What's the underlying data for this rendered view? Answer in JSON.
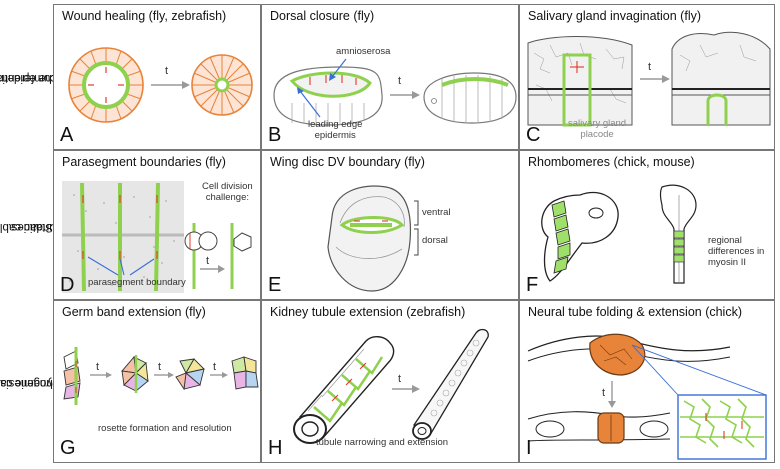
{
  "rows": [
    {
      "label_line1": "Circumferential cables",
      "label_line2": "closing the epidermis"
    },
    {
      "label_line1": "Static cables at",
      "label_line2": "boundaries"
    },
    {
      "label_line1": "Dynamic cables in",
      "label_line2": "morphogenesis"
    }
  ],
  "panels": {
    "A": {
      "title": "Wound healing (fly, zebrafish)",
      "letter": "A",
      "time": "t"
    },
    "B": {
      "title": "Dorsal closure (fly)",
      "letter": "B",
      "time": "t",
      "label_amnioserosa": "amnioserosa",
      "label_leading_1": "leading edge",
      "label_leading_2": "epidermis"
    },
    "C": {
      "title": "Salivary gland invagination (fly)",
      "letter": "C",
      "time": "t",
      "label_placode_1": "salivary gland",
      "label_placode_2": "placode"
    },
    "D": {
      "title": "Parasegment boundaries (fly)",
      "letter": "D",
      "time": "t",
      "label_challenge_1": "Cell division",
      "label_challenge_2": "challenge:",
      "label_boundary": "parasegment boundary"
    },
    "E": {
      "title": "Wing disc DV boundary (fly)",
      "letter": "E",
      "label_ventral": "ventral",
      "label_dorsal": "dorsal"
    },
    "F": {
      "title": "Rhombomeres (chick, mouse)",
      "letter": "F",
      "label_regional_1": "regional",
      "label_regional_2": "differences in",
      "label_regional_3": "myosin II"
    },
    "G": {
      "title": "Germ band extension (fly)",
      "letter": "G",
      "time_1": "t",
      "time_2": "t",
      "time_3": "t",
      "caption": "rosette formation and resolution"
    },
    "H": {
      "title": "Kidney tubule extension (zebrafish)",
      "letter": "H",
      "time": "t",
      "caption": "tubule narrowing and extension"
    },
    "I": {
      "title": "Neural tube folding & extension (chick)",
      "letter": "I",
      "time": "t"
    }
  },
  "colors": {
    "cable_green": "#8fd14f",
    "cell_orange": "#e8833a",
    "arrow_red": "#e03a2a",
    "arrow_gray": "#999999",
    "label_blue": "#3a6fd8",
    "outline": "#777777"
  }
}
